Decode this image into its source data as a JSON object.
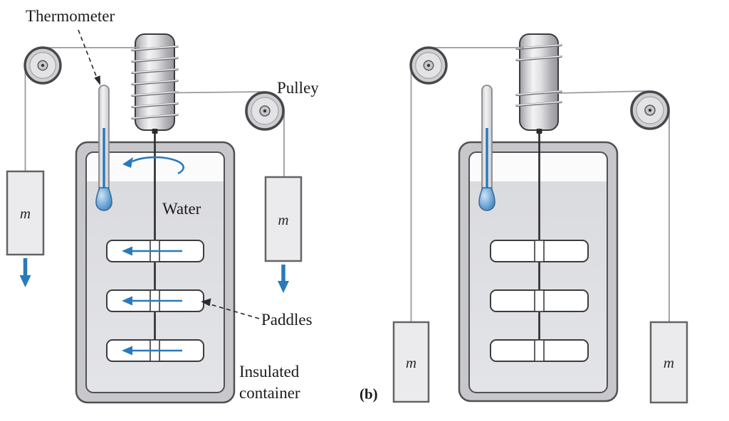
{
  "figure": {
    "panel_a": {
      "thermometer_label": "Thermometer",
      "pulley_label": "Pulley",
      "water_label": "Water",
      "paddles_label": "Paddles",
      "insulated_label_line1": "Insulated",
      "insulated_label_line2": "container",
      "left_mass_label": "m",
      "right_mass_label": "m"
    },
    "panel_b": {
      "tag": "(b)",
      "left_mass_label": "m",
      "right_mass_label": "m"
    },
    "colors": {
      "accent_blue": "#2979bd",
      "water_gray": "#d9dadd",
      "wall_gray": "#c8c8cc",
      "metal_light": "#f3f3f5",
      "metal_dark": "#94949a",
      "outline": "#3c3c3f",
      "text": "#1b1b1d"
    }
  }
}
